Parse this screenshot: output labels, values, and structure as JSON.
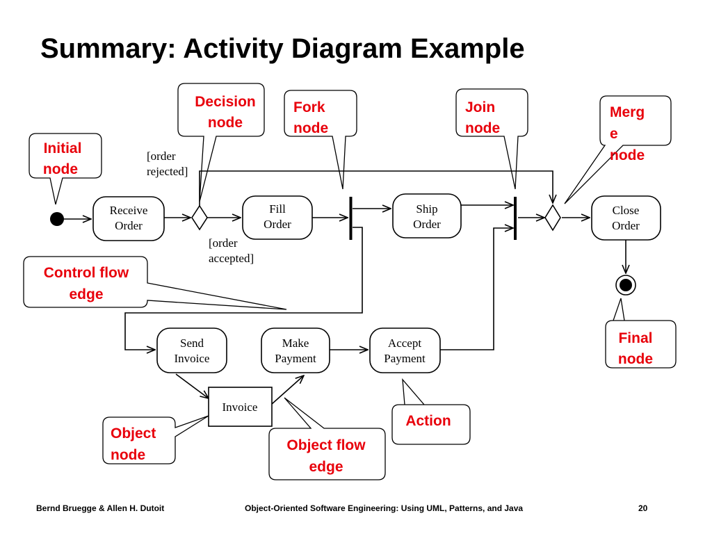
{
  "slide": {
    "title": "Summary: Activity Diagram Example",
    "footer_left": "Bernd Bruegge & Allen H. Dutoit",
    "footer_center": "Object-Oriented Software Engineering: Using UML, Patterns, and Java",
    "page_number": "20"
  },
  "colors": {
    "callout_text": "#e8000b",
    "line": "#000000",
    "background": "#ffffff"
  },
  "actions": {
    "receive_order": [
      "Receive",
      "Order"
    ],
    "fill_order": [
      "Fill",
      "Order"
    ],
    "ship_order": [
      "Ship",
      "Order"
    ],
    "close_order": [
      "Close",
      "Order"
    ],
    "send_invoice": [
      "Send",
      "Invoice"
    ],
    "make_payment": [
      "Make",
      "Payment"
    ],
    "accept_payment": [
      "Accept",
      "Payment"
    ]
  },
  "object_node": {
    "label": "Invoice"
  },
  "guards": {
    "rejected": [
      "[order",
      "rejected]"
    ],
    "accepted": [
      "[order",
      "accepted]"
    ]
  },
  "callouts": {
    "decision": [
      "Decision",
      "node"
    ],
    "fork": [
      "Fork",
      "node"
    ],
    "join": [
      "Join",
      "node"
    ],
    "merge": [
      "Merg",
      "e",
      "node"
    ],
    "initial": [
      "Initial",
      "node"
    ],
    "control_flow": [
      "Control flow",
      "edge"
    ],
    "final": [
      "Final",
      "node"
    ],
    "action": [
      "Action"
    ],
    "object_node": [
      "Object",
      "node"
    ],
    "object_flow": [
      "Object flow",
      "edge"
    ]
  }
}
